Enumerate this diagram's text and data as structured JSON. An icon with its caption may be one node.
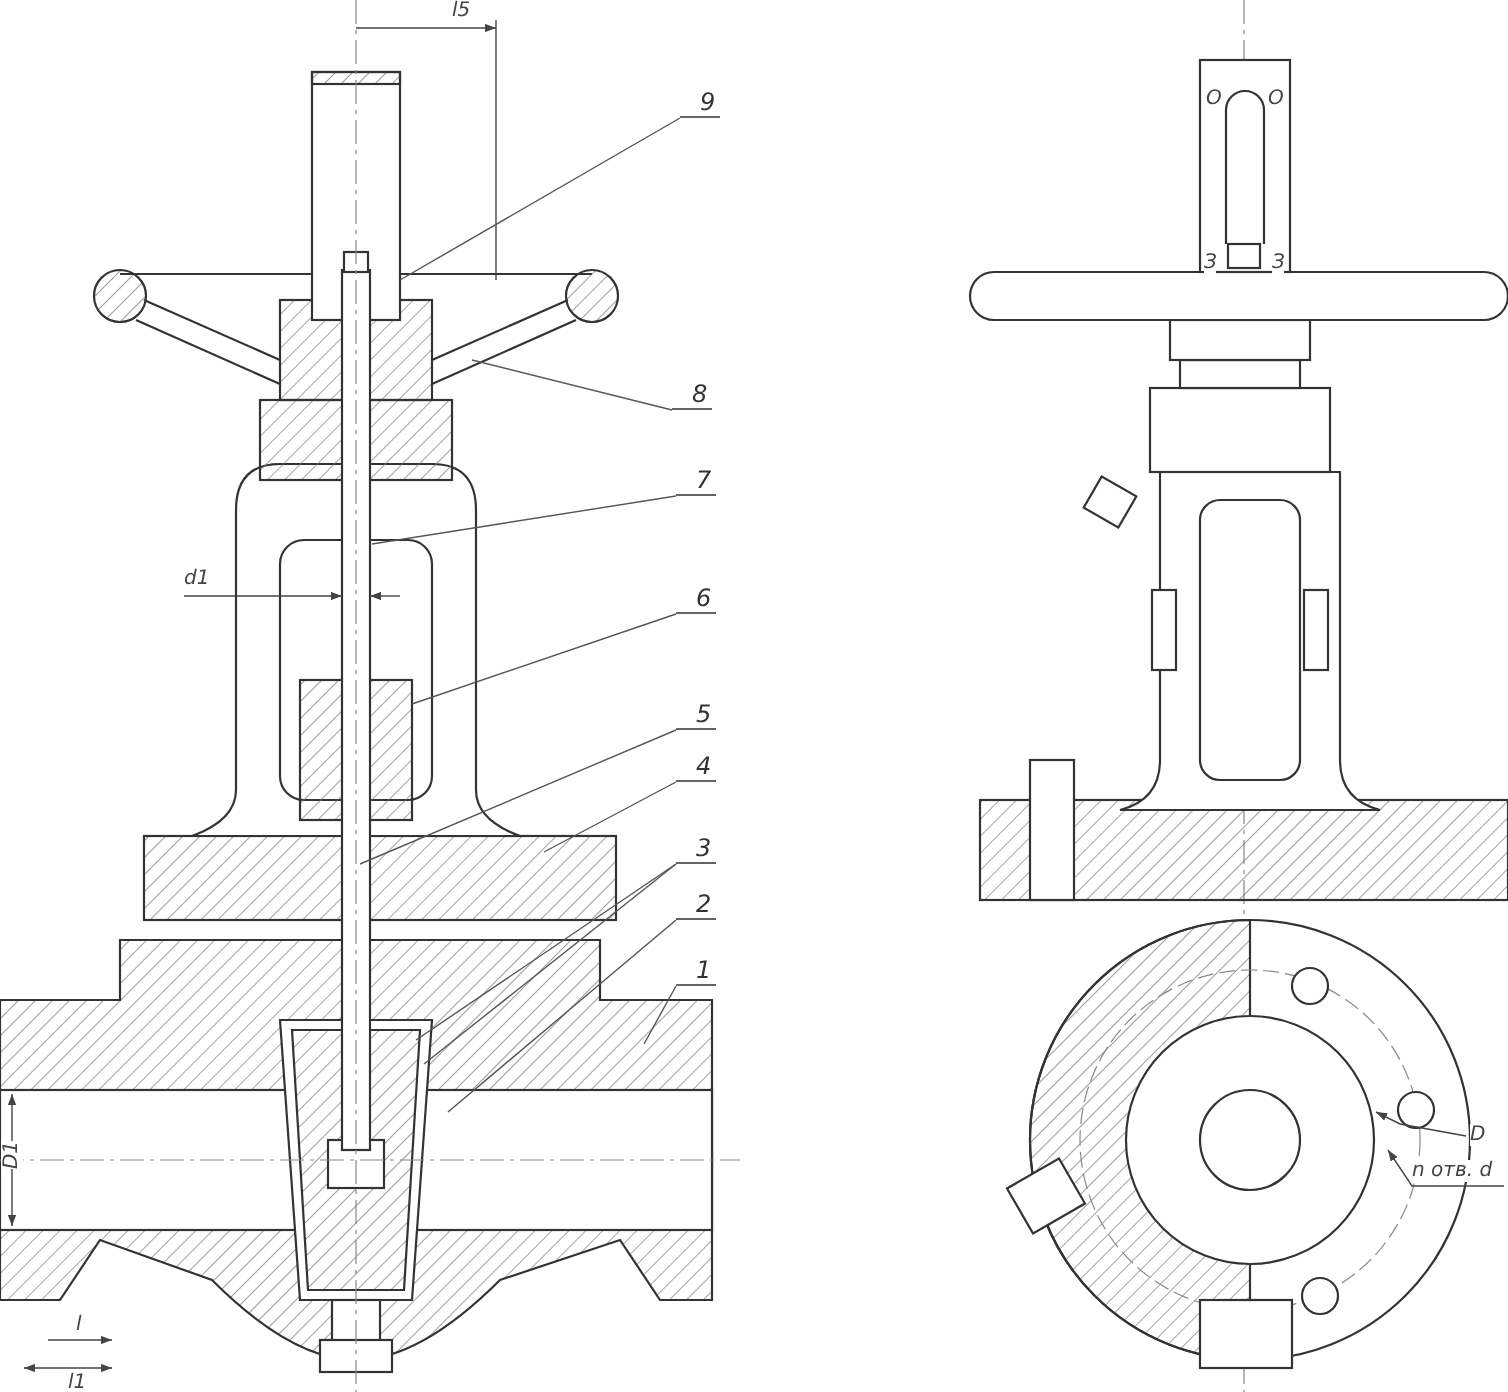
{
  "diagram": {
    "nodes": [
      {
        "text": [
          "9"
        ]
      },
      {
        "text": [
          "8"
        ]
      },
      {
        "text": [
          "7"
        ]
      },
      {
        "text": [
          "6"
        ]
      },
      {
        "text": [
          "5"
        ]
      },
      {
        "text": [
          "4"
        ]
      },
      {
        "text": [
          "3"
        ]
      },
      {
        "text": [
          "2"
        ]
      },
      {
        "text": [
          "1"
        ]
      }
    ],
    "edges": [
      {
        "from": 0,
        "to": null,
        "arrow": "none"
      },
      {
        "from": 1,
        "to": null,
        "arrow": "none"
      },
      {
        "from": 2,
        "to": null,
        "arrow": "none"
      },
      {
        "from": 3,
        "to": null,
        "arrow": "none"
      },
      {
        "from": 4,
        "to": null,
        "arrow": "none"
      },
      {
        "from": 5,
        "to": null,
        "arrow": "none"
      },
      {
        "from": 6,
        "to": null,
        "arrow": "none"
      },
      {
        "from": 6,
        "to": null,
        "arrow": "none"
      },
      {
        "from": 7,
        "to": null,
        "arrow": "none"
      },
      {
        "from": 8,
        "to": null,
        "arrow": "none"
      }
    ],
    "labels": [
      "l5",
      "О",
      "О",
      "З",
      "З",
      "d1",
      "D",
      "n отв. d",
      "D1",
      "l",
      "l1"
    ]
  }
}
